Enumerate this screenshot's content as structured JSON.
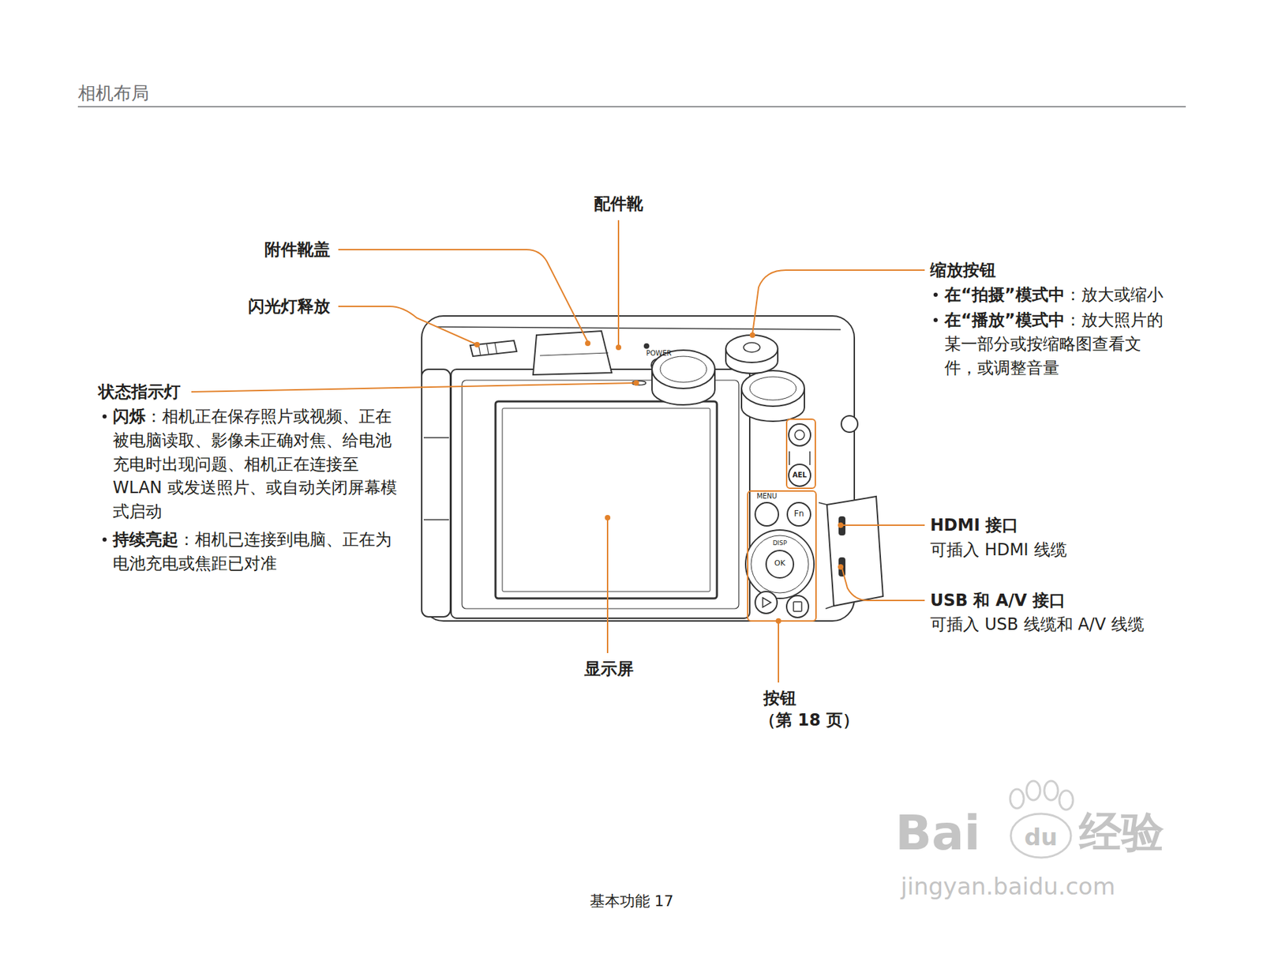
{
  "diagram": {
    "title": "相机布局",
    "labels": [
      "配件靴",
      "附件靴盖",
      "闪光灯释放",
      "状态指示灯",
      "闪烁",
      "：相机正在保存照片或视频、正在被电脑读取、影像未正确对焦、给电池充电时出现问题、相机正在连接至 WLAN 或发送照片、或自动关闭屏幕模式启动",
      "持续亮起",
      "：相机已连接到电脑、正在为电池充电或焦距已对准",
      "缩放按钮",
      "在“拍摄”模式中",
      "：放大或缩小",
      "在“播放”模式中",
      "：放大照片的某一部分或按缩略图查看文件，或调整音量",
      "HDMI 接口",
      "可插入 HDMI 线缆",
      "USB 和 A/V 接口",
      "可插入 USB 线缆和 A/V 线缆",
      "显示屏",
      "按钮",
      "（第 18 页）",
      "POWER",
      "MENU",
      "Fn",
      "AEL",
      "DISP",
      "OK",
      "基本功能  17",
      "Bai",
      "du",
      "经验",
      "jingyan.baidu.com"
    ]
  }
}
